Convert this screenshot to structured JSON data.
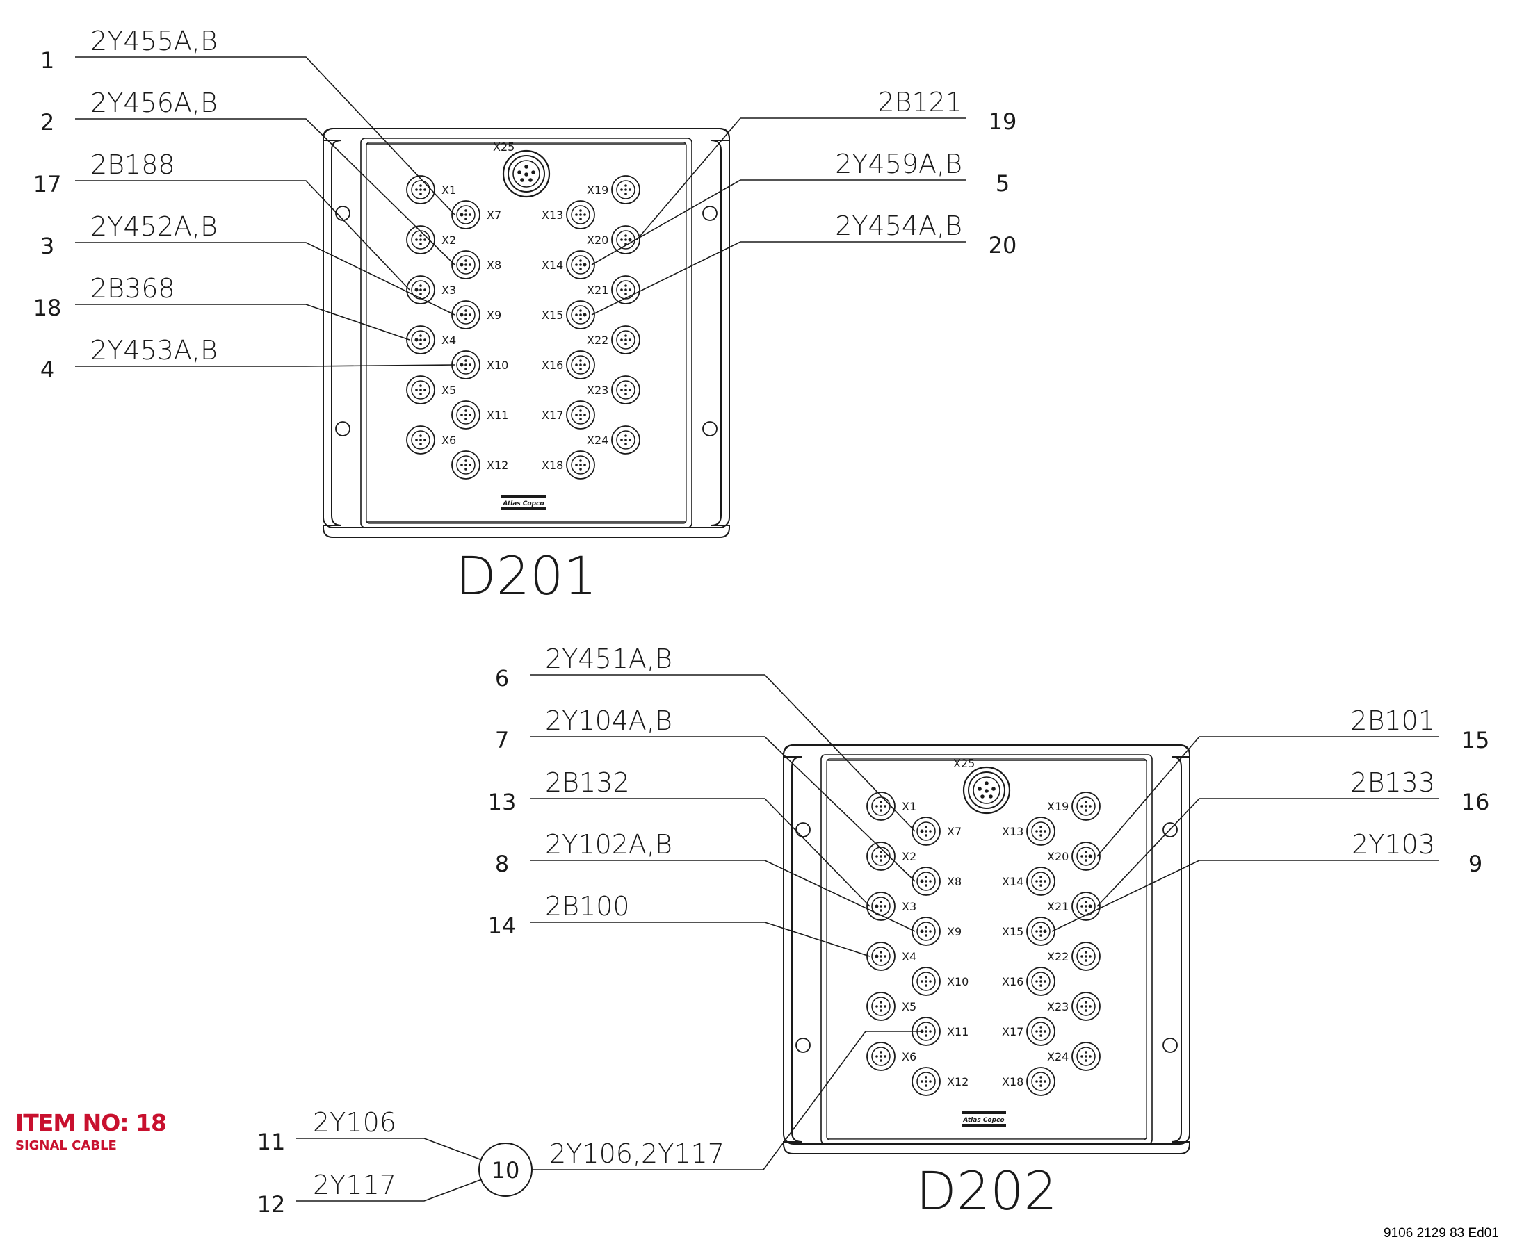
{
  "item": {
    "title": "ITEM NO: 18",
    "subtitle": "SIGNAL CABLE"
  },
  "document_number": "9106 2129 83 Ed01",
  "brand": "Atlas Copco",
  "modules": [
    {
      "name": "D201",
      "callouts": [
        {
          "num": "1",
          "label": "2Y455A,B",
          "port": "X7",
          "side": "left"
        },
        {
          "num": "2",
          "label": "2Y456A,B",
          "port": "X8",
          "side": "left"
        },
        {
          "num": "17",
          "label": "2B188",
          "port": "X3",
          "side": "left"
        },
        {
          "num": "3",
          "label": "2Y452A,B",
          "port": "X9",
          "side": "left"
        },
        {
          "num": "18",
          "label": "2B368",
          "port": "X4",
          "side": "left"
        },
        {
          "num": "4",
          "label": "2Y453A,B",
          "port": "X10",
          "side": "left"
        },
        {
          "num": "19",
          "label": "2B121",
          "port": "X20",
          "side": "right"
        },
        {
          "num": "5",
          "label": "2Y459A,B",
          "port": "X14",
          "side": "right"
        },
        {
          "num": "20",
          "label": "2Y454A,B",
          "port": "X15",
          "side": "right"
        }
      ]
    },
    {
      "name": "D202",
      "callouts": [
        {
          "num": "6",
          "label": "2Y451A,B",
          "port": "X7",
          "side": "left"
        },
        {
          "num": "7",
          "label": "2Y104A,B",
          "port": "X8",
          "side": "left"
        },
        {
          "num": "13",
          "label": "2B132",
          "port": "X3",
          "side": "left"
        },
        {
          "num": "8",
          "label": "2Y102A,B",
          "port": "X9",
          "side": "left"
        },
        {
          "num": "14",
          "label": "2B100",
          "port": "X4",
          "side": "left"
        },
        {
          "num": "15",
          "label": "2B101",
          "port": "X20",
          "side": "right"
        },
        {
          "num": "16",
          "label": "2B133",
          "port": "X21",
          "side": "right"
        },
        {
          "num": "9",
          "label": "2Y103",
          "port": "X15",
          "side": "right"
        }
      ]
    }
  ],
  "ports": [
    "X1",
    "X2",
    "X3",
    "X4",
    "X5",
    "X6",
    "X7",
    "X8",
    "X9",
    "X10",
    "X11",
    "X12",
    "X13",
    "X14",
    "X15",
    "X16",
    "X17",
    "X18",
    "X19",
    "X20",
    "X21",
    "X22",
    "X23",
    "X24"
  ],
  "main_connector": "X25",
  "junction": {
    "num": "10",
    "label": "2Y106,2Y117",
    "port": "X11",
    "module": "D202",
    "inputs": [
      {
        "num": "11",
        "label": "2Y106"
      },
      {
        "num": "12",
        "label": "2Y117"
      }
    ]
  }
}
